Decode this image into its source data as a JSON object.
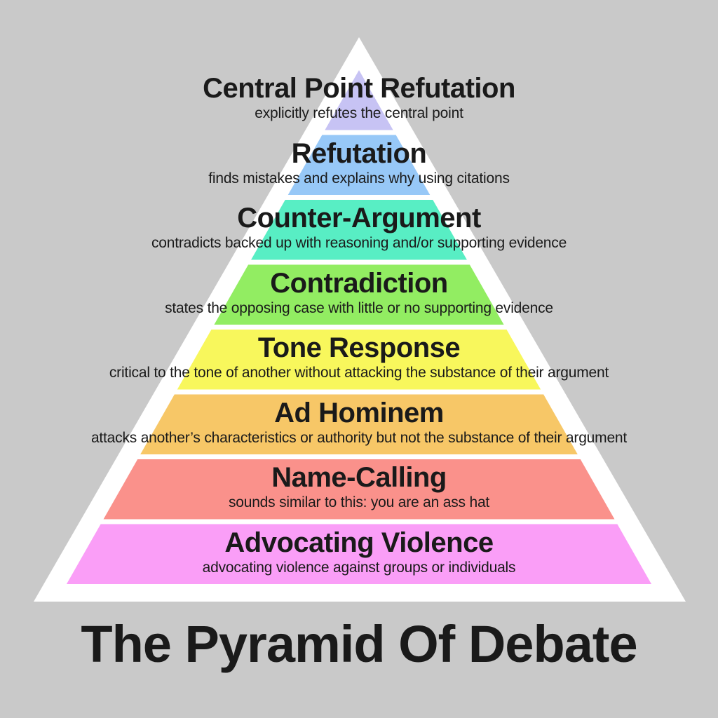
{
  "title": "The Pyramid Of Debate",
  "pyramid": {
    "background_color": "#c9c9c9",
    "outline_color": "#ffffff",
    "text_color": "#1a1a1a",
    "bands": [
      {
        "label": "Central Point Refutation",
        "description": "explicitly refutes the central point",
        "color": "#c7c3f4"
      },
      {
        "label": "Refutation",
        "description": "finds mistakes and explains why using citations",
        "color": "#97c8f7"
      },
      {
        "label": "Counter-Argument",
        "description": "contradicts backed up with reasoning and/or supporting evidence",
        "color": "#58eec4"
      },
      {
        "label": "Contradiction",
        "description": "states the opposing case with little or no supporting evidence",
        "color": "#92ed62"
      },
      {
        "label": "Tone Response",
        "description": "critical to the tone of another without attacking the substance of their argument",
        "color": "#f8f75c"
      },
      {
        "label": "Ad Hominem",
        "description": "attacks another’s characteristics or authority but not the substance of their argument",
        "color": "#f7c767"
      },
      {
        "label": "Name-Calling",
        "description": "sounds similar to this: you are an ass hat",
        "color": "#fa918b"
      },
      {
        "label": "Advocating Violence",
        "description": "advocating violence against groups or individuals",
        "color": "#fa9ef7"
      }
    ]
  }
}
